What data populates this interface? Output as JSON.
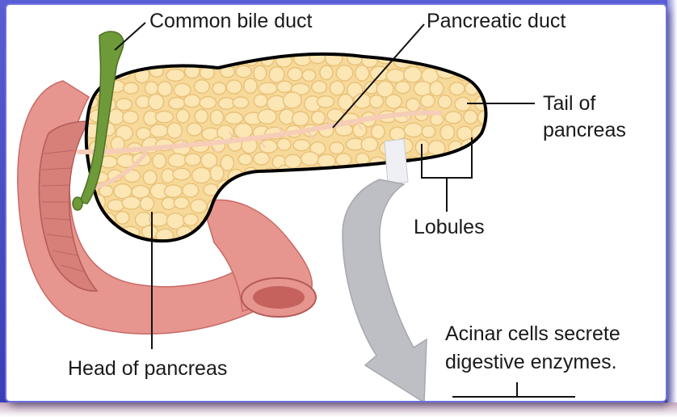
{
  "labels": {
    "common_bile_duct": "Common bile duct",
    "pancreatic_duct": "Pancreatic duct",
    "tail_line1": "Tail of",
    "tail_line2": "pancreas",
    "lobules": "Lobules",
    "head_of_pancreas": "Head of pancreas",
    "acinar_line1": "Acinar cells secrete",
    "acinar_line2": "digestive enzymes."
  },
  "colors": {
    "frame": "#4b4fc9",
    "pancreas_fill": "#f7d99a",
    "pancreas_outline": "#000000",
    "lobule_fill": "#fbe6b4",
    "lobule_edge": "#e9c27a",
    "duodenum": "#e7958f",
    "duodenum_dark": "#c96a66",
    "bile_duct": "#6f9a3a",
    "pancreatic_duct": "#f6cdb7",
    "arrow": "#bdbfc4"
  }
}
